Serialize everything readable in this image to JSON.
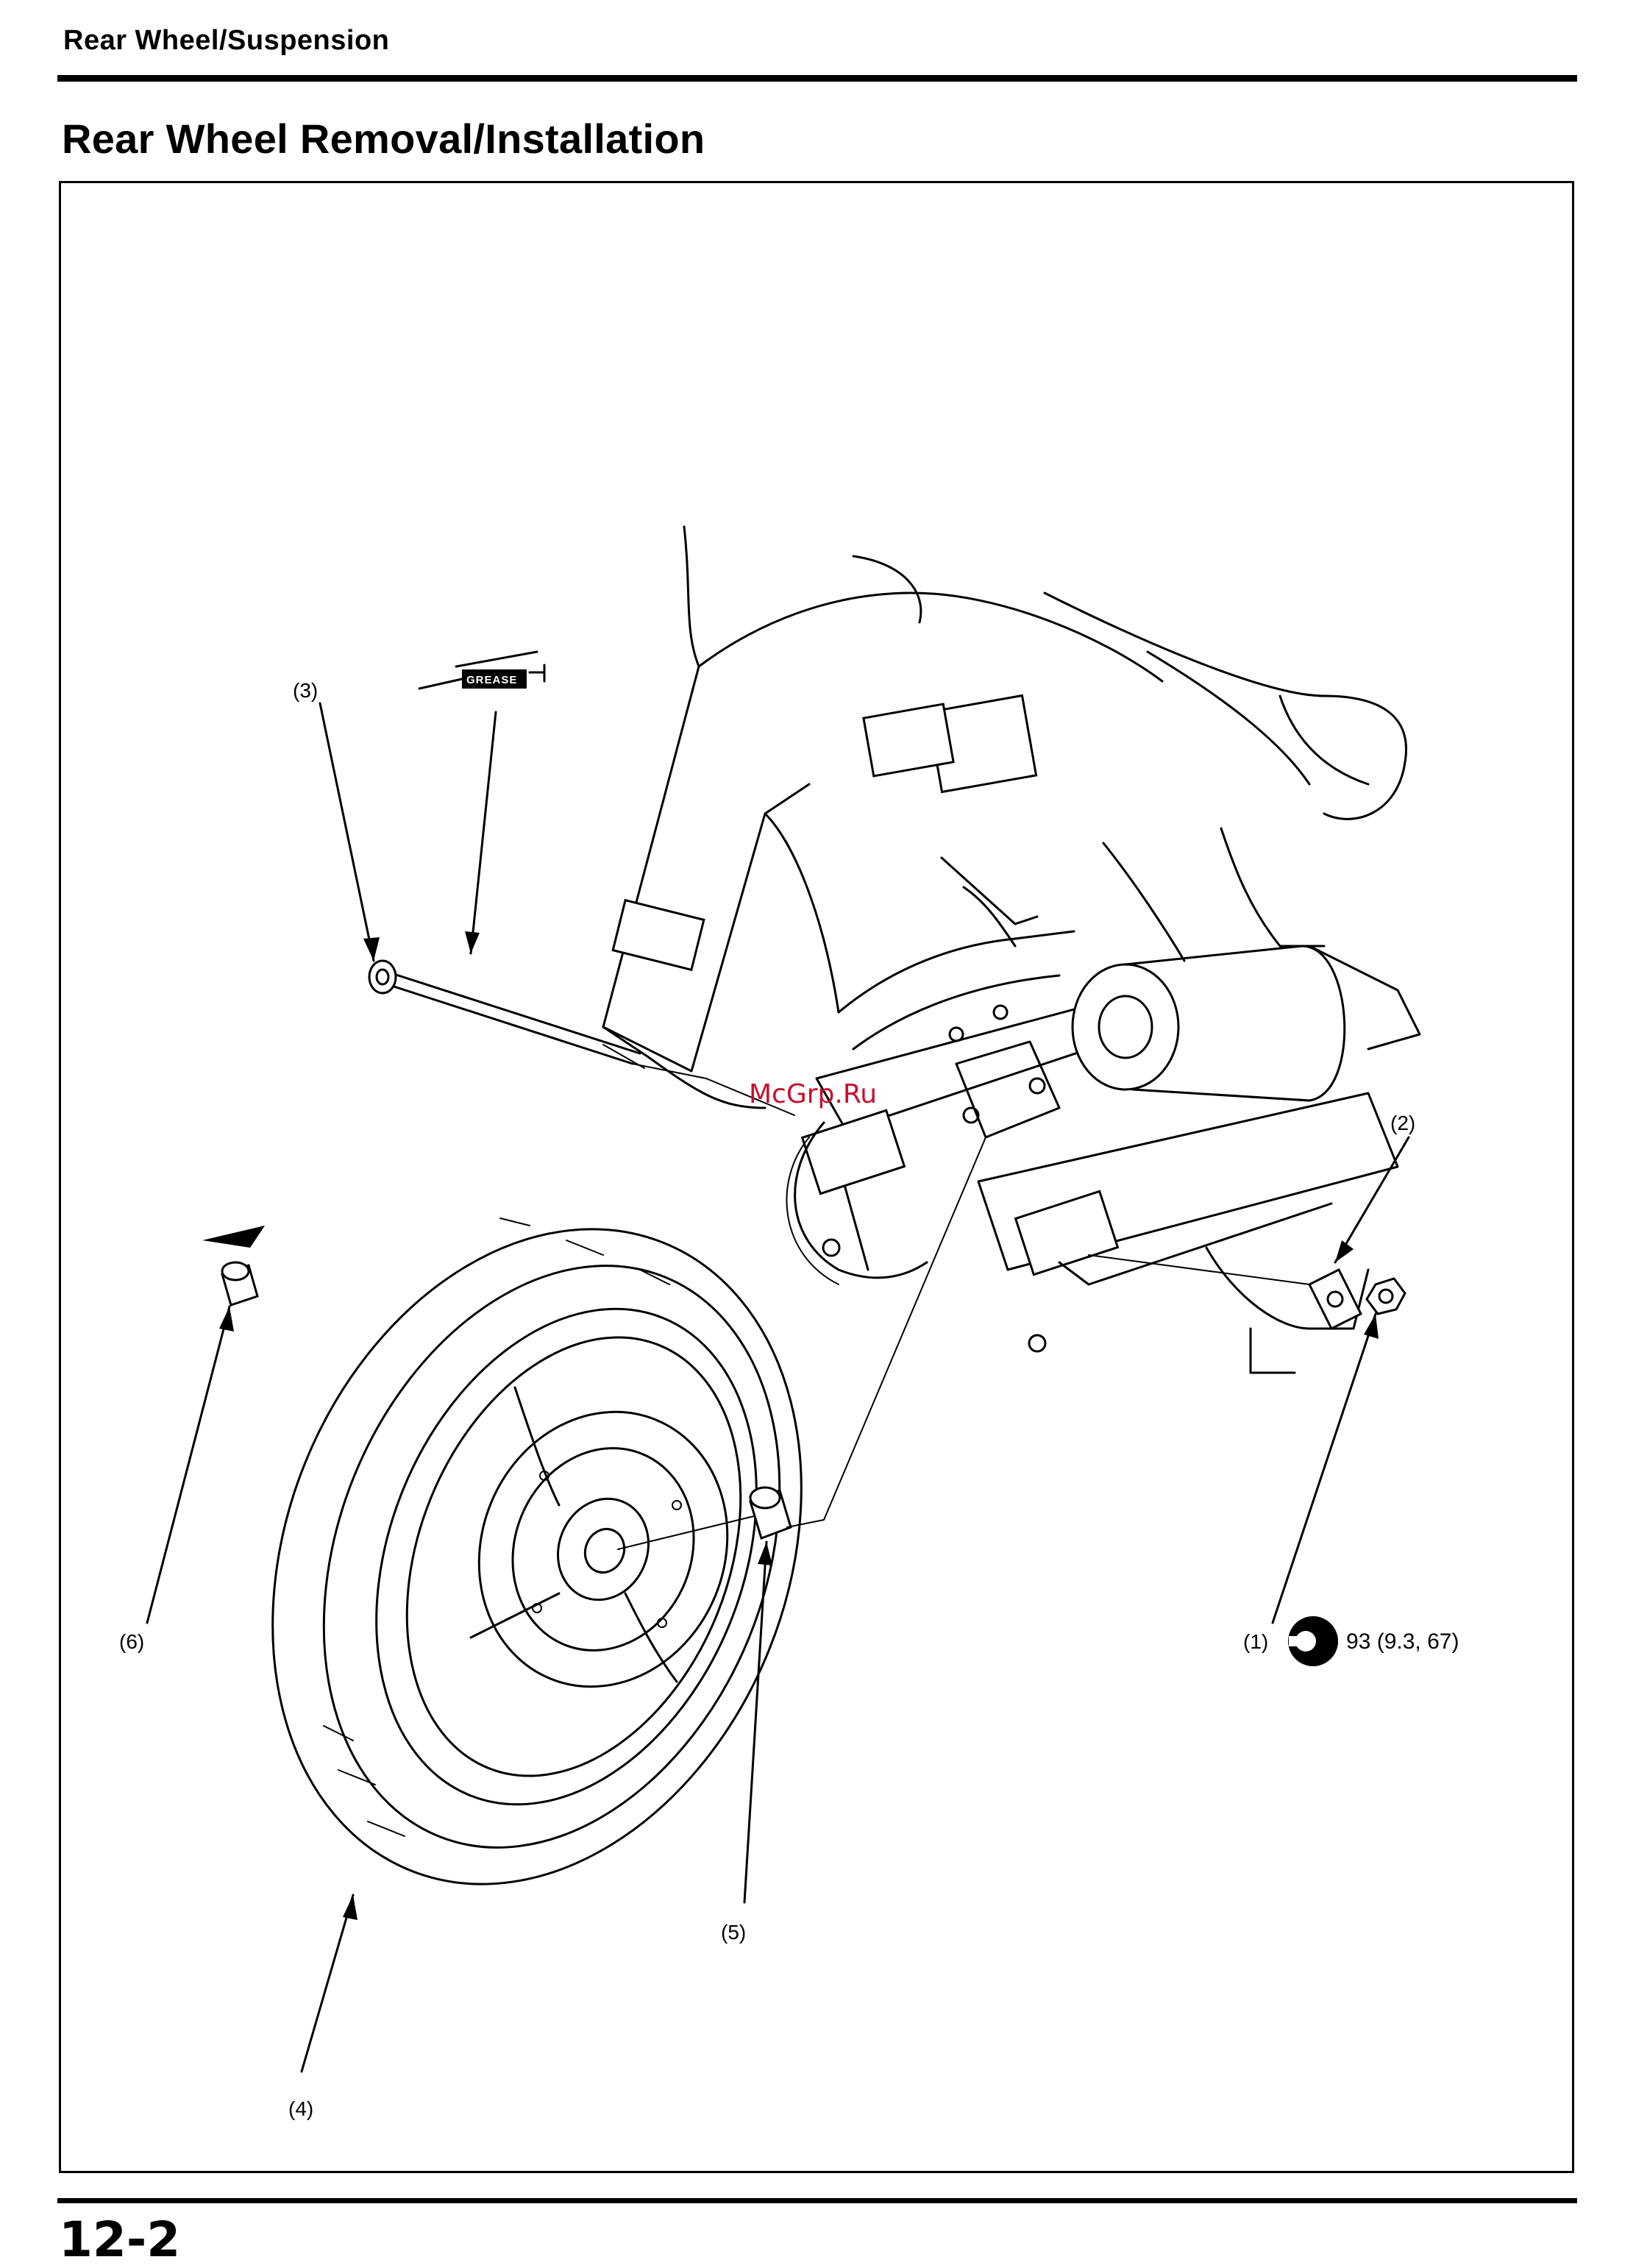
{
  "header": {
    "section_title": "Rear Wheel/Suspension"
  },
  "page": {
    "title": "Rear Wheel Removal/Installation",
    "number": "12-2"
  },
  "watermark": {
    "text": "McGrp.Ru",
    "color": "#c8102e"
  },
  "diagram": {
    "grease_label": "GREASE",
    "torque_spec": "93 (9.3, 67)",
    "callouts": [
      {
        "id": "1",
        "label": "(1)",
        "part": "axle nut"
      },
      {
        "id": "2",
        "label": "(2)",
        "part": "drive chain adjuster plate"
      },
      {
        "id": "3",
        "label": "(3)",
        "part": "rear axle"
      },
      {
        "id": "4",
        "label": "(4)",
        "part": "rear wheel"
      },
      {
        "id": "5",
        "label": "(5)",
        "part": "right side collar"
      },
      {
        "id": "6",
        "label": "(6)",
        "part": "left side collar"
      }
    ]
  }
}
